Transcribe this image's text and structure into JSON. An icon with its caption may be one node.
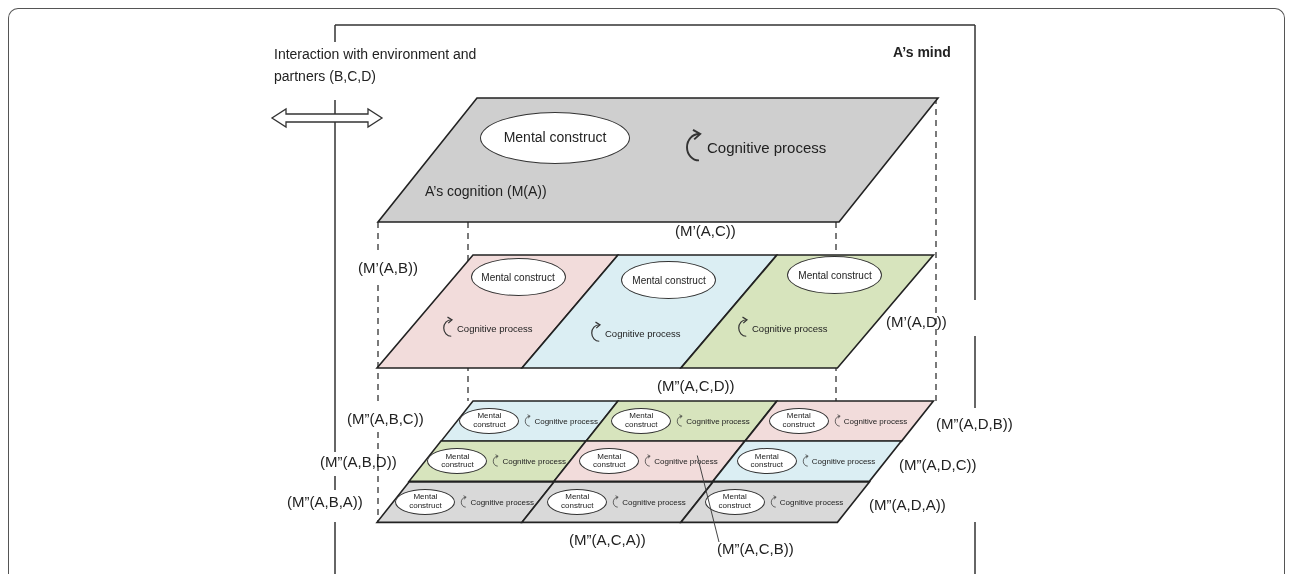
{
  "diagram": {
    "nodes": [
      {
        "text": [
          "A’s mind"
        ]
      },
      {
        "text": [
          "Cognitive process",
          "A’s cognition (M(A))"
        ],
        "in": 0
      },
      {
        "text": [
          "Mental construct"
        ],
        "in": 1
      },
      {
        "text": [
          "Cognitive process"
        ],
        "in": 0,
        "beside": [
          "(M’(A,B))"
        ]
      },
      {
        "text": [
          "Mental construct"
        ],
        "in": 3
      },
      {
        "text": [
          "Cognitive process"
        ],
        "in": 0,
        "beside": [
          "(M’(A,C))"
        ]
      },
      {
        "text": [
          "Mental construct"
        ],
        "in": 5
      },
      {
        "text": [
          "Cognitive process"
        ],
        "in": 0,
        "beside": [
          "(M’(A,D))"
        ]
      },
      {
        "text": [
          "Mental construct"
        ],
        "in": 7
      },
      {
        "text": [
          "Cognitive process"
        ],
        "in": 0,
        "beside": [
          "(M”(A,B,C))"
        ]
      },
      {
        "text": [
          "Mental construct"
        ],
        "in": 9
      },
      {
        "text": [
          "Cognitive process"
        ],
        "in": 0,
        "beside": [
          "(M”(A,C,D))"
        ]
      },
      {
        "text": [
          "Mental construct"
        ],
        "in": 11
      },
      {
        "text": [
          "Cognitive process"
        ],
        "in": 0,
        "beside": [
          "(M”(A,D,B))"
        ]
      },
      {
        "text": [
          "Mental construct"
        ],
        "in": 13
      },
      {
        "text": [
          "Cognitive process"
        ],
        "in": 0,
        "beside": [
          "(M”(A,B,D))"
        ]
      },
      {
        "text": [
          "Mental construct"
        ],
        "in": 15
      },
      {
        "text": [
          "Cognitive process"
        ],
        "in": 0
      },
      {
        "text": [
          "Mental construct"
        ],
        "in": 17
      },
      {
        "text": [
          "Cognitive process"
        ],
        "in": 0,
        "beside": [
          "(M”(A,D,C))"
        ]
      },
      {
        "text": [
          "Mental construct"
        ],
        "in": 19
      },
      {
        "text": [
          "Cognitive process"
        ],
        "in": 0,
        "beside": [
          "(M”(A,B,A))"
        ]
      },
      {
        "text": [
          "Mental construct"
        ],
        "in": 21
      },
      {
        "text": [
          "Cognitive process"
        ],
        "in": 0,
        "beside": [
          "(M”(A,C,A))"
        ]
      },
      {
        "text": [
          "Mental construct"
        ],
        "in": 23
      },
      {
        "text": [
          "Cognitive process"
        ],
        "in": 0,
        "beside": [
          "(M”(A,D,A))"
        ]
      },
      {
        "text": [
          "Mental construct"
        ],
        "in": 25
      },
      {
        "text": [
          "(M”(A,C,B))"
        ],
        "in": 0
      }
    ],
    "edges": [
      {
        "from": 27,
        "to": 17,
        "arrow": "none"
      }
    ],
    "labels": [
      "Interaction with environment and partners (B,C,D)"
    ]
  }
}
